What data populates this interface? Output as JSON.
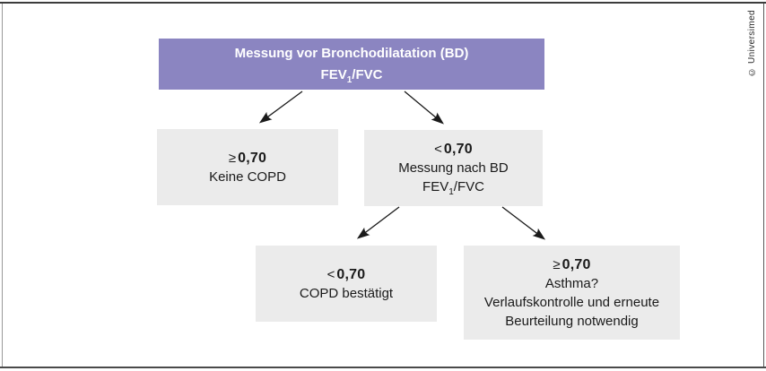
{
  "colors": {
    "purple": "#8b85c1",
    "box-gray": "#ebebeb",
    "text": "#1a1a1a",
    "arrow": "#1a1a1a"
  },
  "frame": {
    "credit": "© Universimed"
  },
  "header": {
    "line1": "Messung vor Bronchodilatation (BD)",
    "fev": {
      "pre": "FEV",
      "sub": "1",
      "post": "/FVC"
    }
  },
  "boxes": {
    "keine_copd": {
      "op": "≥",
      "value": "0,70",
      "line": "Keine COPD"
    },
    "messung_nach_bd": {
      "op": "<",
      "value": "0,70",
      "line": "Messung nach BD",
      "fev": {
        "pre": "FEV",
        "sub": "1",
        "post": "/FVC"
      }
    },
    "copd_bestaetigt": {
      "op": "<",
      "value": "0,70",
      "line": "COPD bestätigt"
    },
    "asthma": {
      "op": "≥",
      "value": "0,70",
      "line1": "Asthma?",
      "line2": "Verlaufskontrolle und erneute",
      "line3": "Beurteilung notwendig"
    }
  }
}
